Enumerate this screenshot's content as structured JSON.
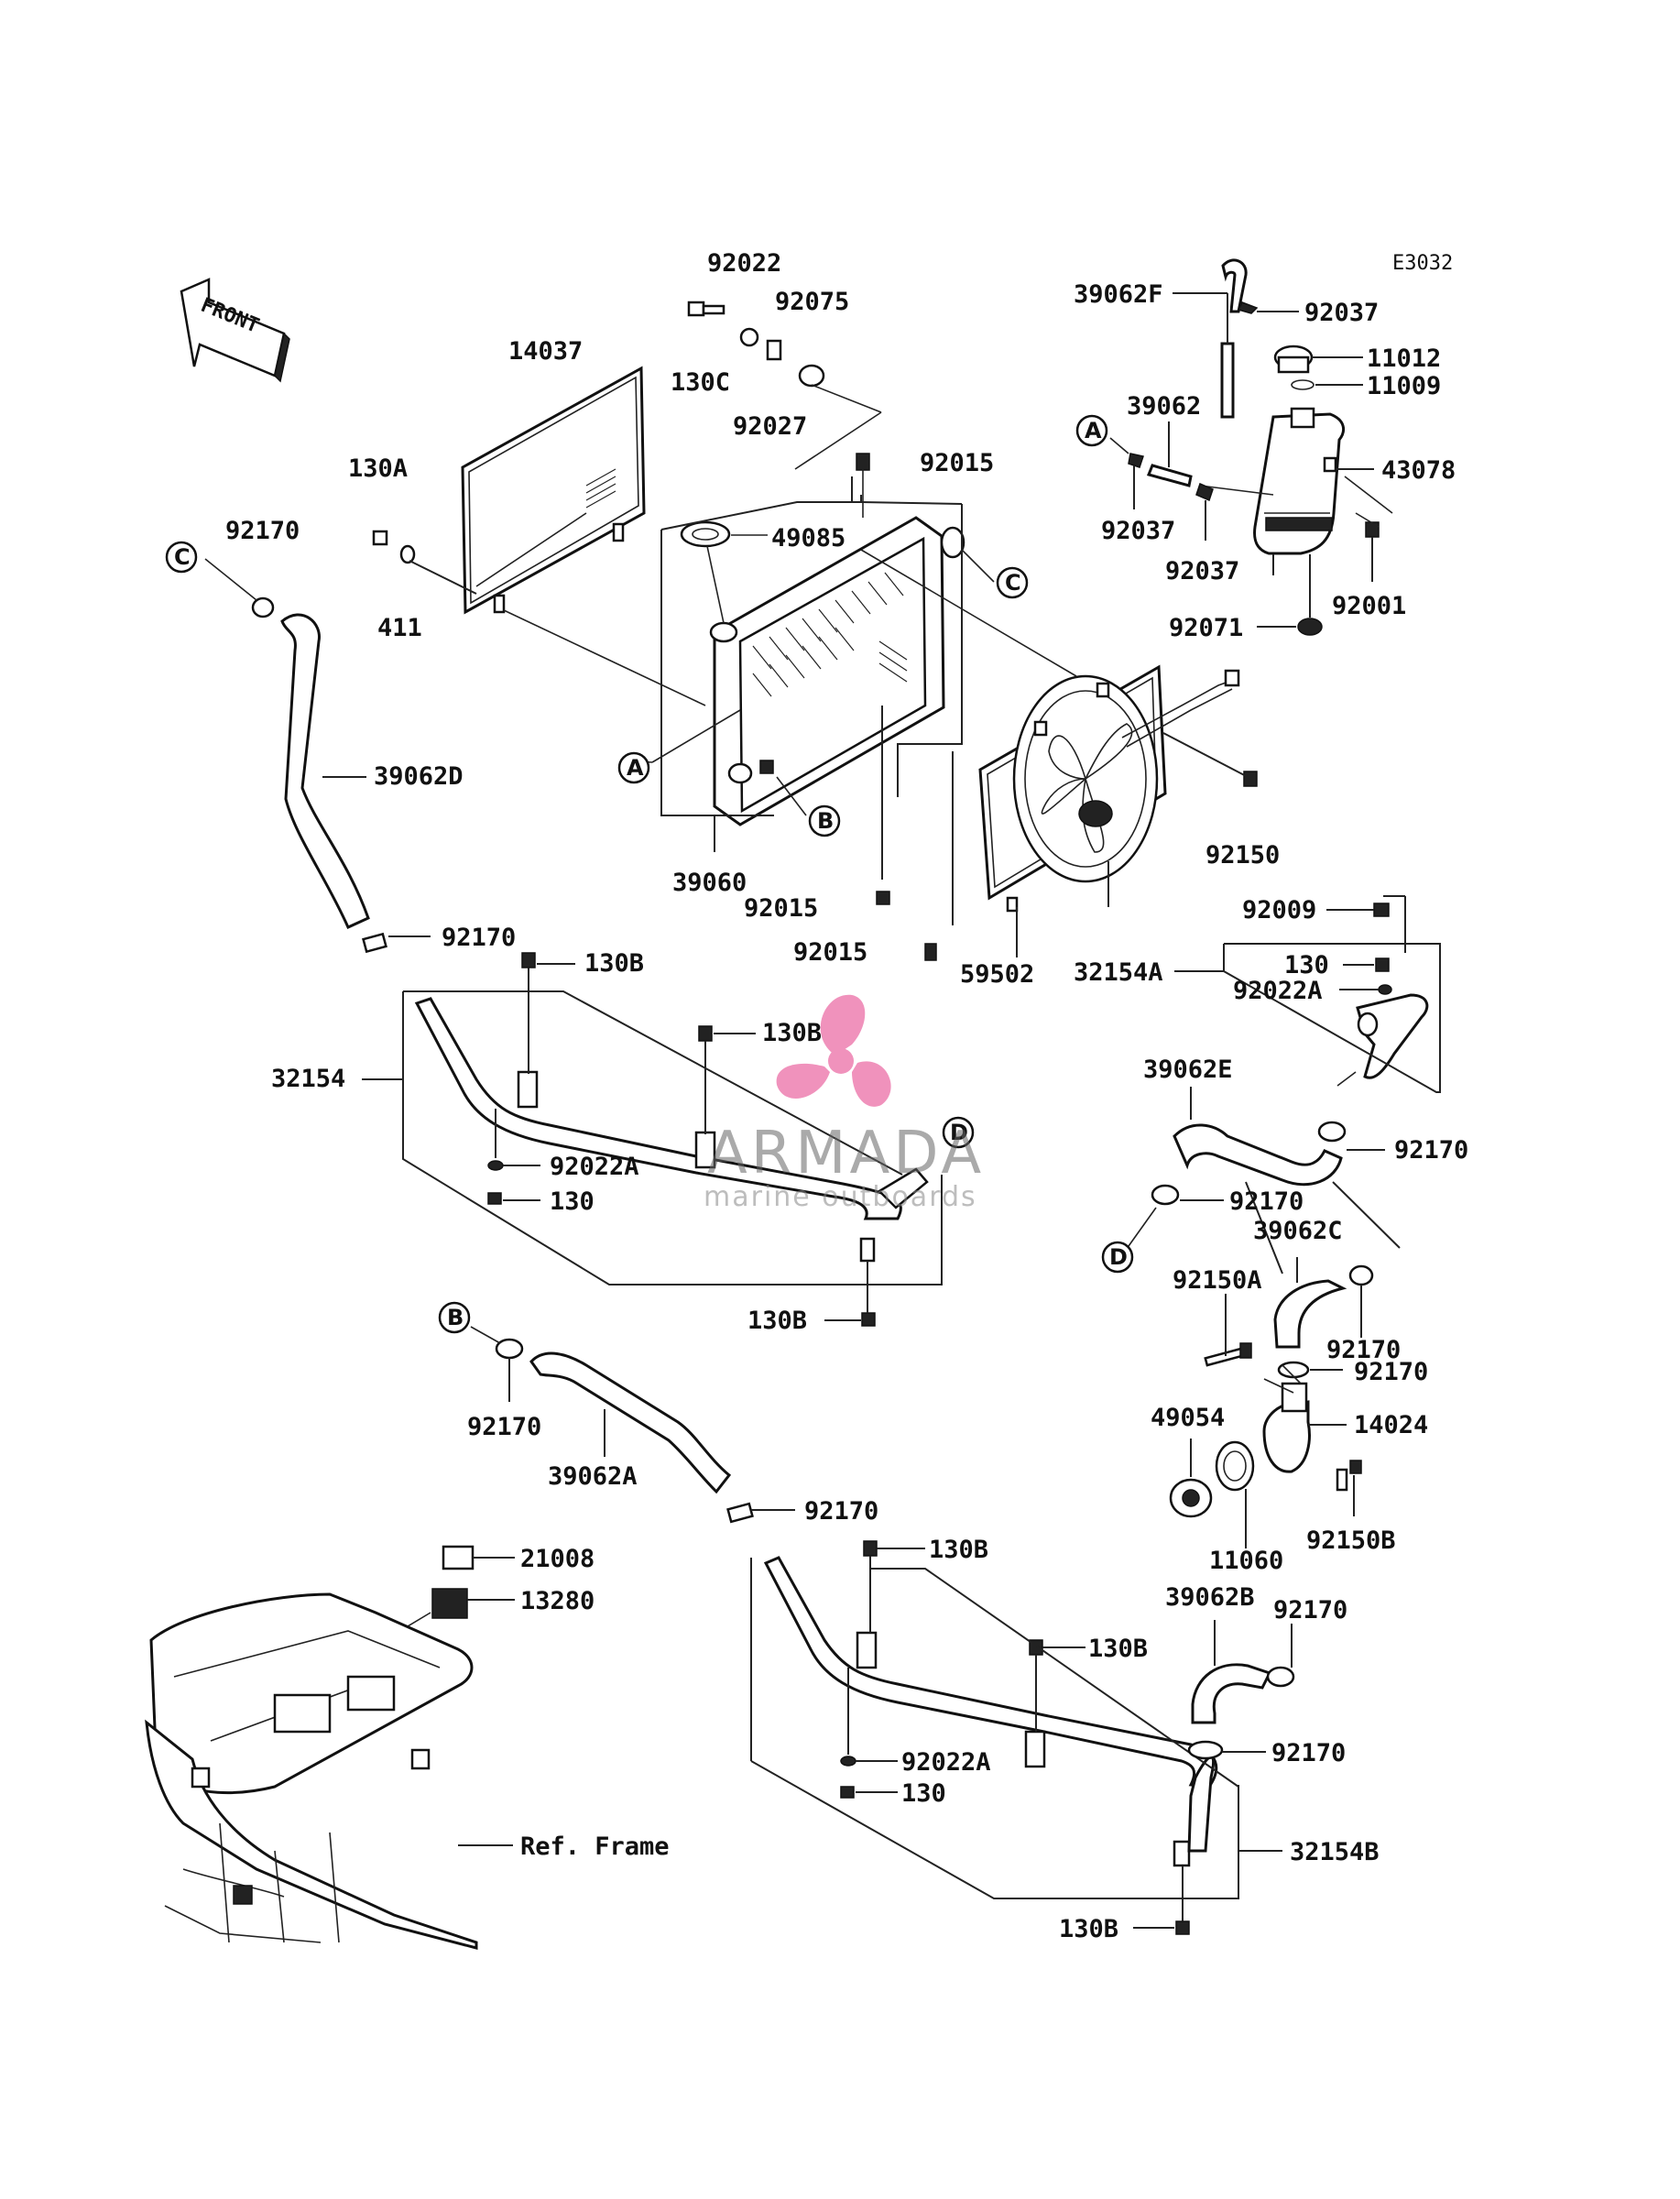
{
  "diagram_code": "E3032",
  "front_label": "FRONT",
  "frame_reference": "Ref. Frame",
  "callout_letters": {
    "a": "A",
    "b": "B",
    "c": "C",
    "d": "D"
  },
  "watermark": {
    "brand": "ARMADA",
    "tagline": "marine outboards",
    "color": "#e43a86"
  },
  "part_numbers": {
    "p92022": "92022",
    "p92075": "92075",
    "p130C": "130C",
    "p92027": "92027",
    "p14037": "14037",
    "p130A": "130A",
    "p411": "411",
    "p92170_top": "92170",
    "p92015_top": "92015",
    "p49085": "49085",
    "p39060": "39060",
    "p92015_mid": "92015",
    "p92015_bot": "92015",
    "p59502": "59502",
    "p39062D": "39062D",
    "p92170_left": "92170",
    "p130B_a": "130B",
    "p130B_b": "130B",
    "p32154": "32154",
    "p92022A_left": "92022A",
    "p130_left": "130",
    "p130B_c": "130B",
    "p39062F": "39062F",
    "p92037_a": "92037",
    "p11012": "11012",
    "p11009": "11009",
    "p39062": "39062",
    "p43078": "43078",
    "p92037_b": "92037",
    "p92037_c": "92037",
    "p92001": "92001",
    "p92071": "92071",
    "p92150": "92150",
    "p92009": "92009",
    "p32154A": "32154A",
    "p130_right": "130",
    "p92022A_right": "92022A",
    "p39062E": "39062E",
    "p92170_r1": "92170",
    "p92170_r2": "92170",
    "p39062C": "39062C",
    "p92150A": "92150A",
    "p92170_r3": "92170",
    "p92170_r4": "92170",
    "p49054": "49054",
    "p14024": "14024",
    "p11060": "11060",
    "p92150B": "92150B",
    "p92170_b1": "92170",
    "p39062A": "39062A",
    "p92170_b2": "92170",
    "p21008": "21008",
    "p13280": "13280",
    "p130B_d": "130B",
    "p130B_e": "130B",
    "p92022A_bot": "92022A",
    "p130_bot": "130",
    "p39062B": "39062B",
    "p92170_b3": "92170",
    "p92170_b4": "92170",
    "p32154B": "32154B",
    "p130B_f": "130B"
  }
}
